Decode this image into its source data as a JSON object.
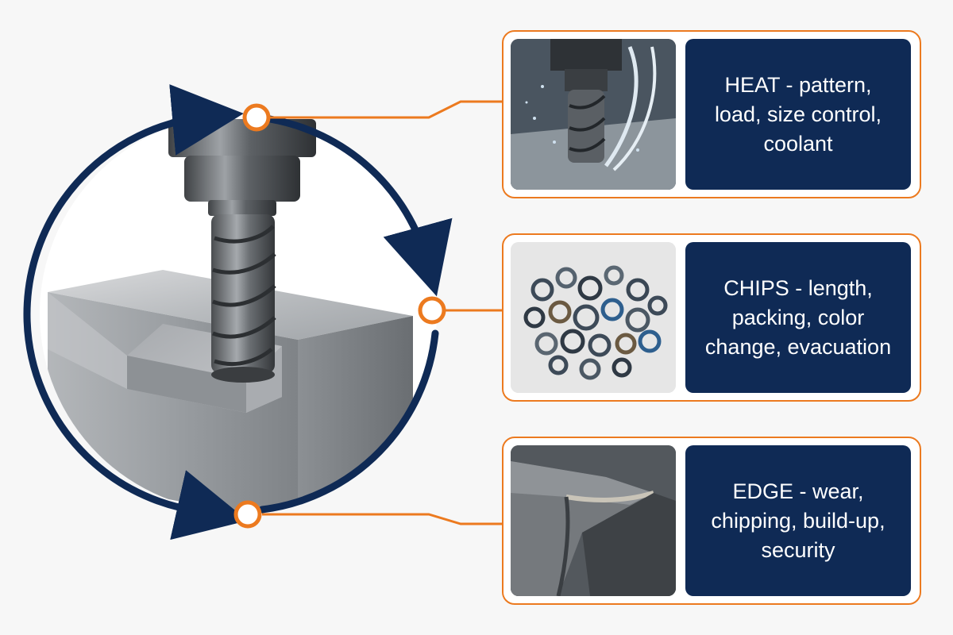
{
  "colors": {
    "navy": "#0f2a55",
    "orange": "#ec7a1f",
    "background": "#f7f7f7"
  },
  "cycle": {
    "arrow_count": 3,
    "marker_count": 3
  },
  "cards": [
    {
      "id": "heat",
      "image": "end mill cutting with coolant spray",
      "label": "HEAT - pattern, load, size control, coolant"
    },
    {
      "id": "chips",
      "image": "pile of curled metal chips",
      "label": "CHIPS - length, packing, color change, evacuation"
    },
    {
      "id": "edge",
      "image": "close-up of worn cutting edge",
      "label": "EDGE - wear, chipping, build-up, security"
    }
  ]
}
